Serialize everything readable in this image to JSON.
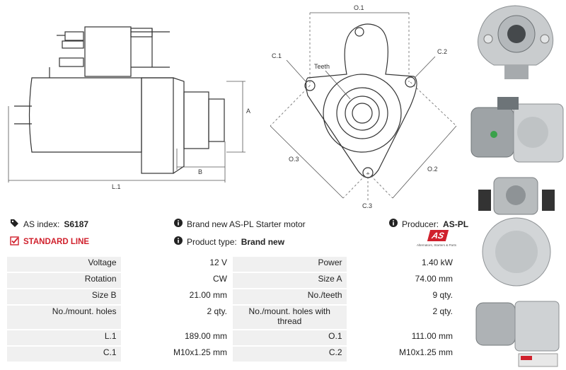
{
  "drawing_labels": {
    "L1": "L.1",
    "A": "A",
    "B": "B",
    "O1": "O.1",
    "O2": "O.2",
    "O3": "O.3",
    "C1": "C.1",
    "C2": "C.2",
    "C3": "C.3",
    "teeth": "Teeth"
  },
  "info": {
    "as_index_label": "AS index:",
    "as_index_value": "S6187",
    "standard_line": "STANDARD LINE",
    "brand_new_text": "Brand new AS-PL Starter motor",
    "product_type_label": "Product type:",
    "product_type_value": "Brand new",
    "producer_label": "Producer:",
    "producer_value": "AS-PL",
    "logo_text": "AS",
    "logo_tagline": "Alternators, Starters & Parts"
  },
  "specs": [
    {
      "l1": "Voltage",
      "v1": "12 V",
      "l2": "Power",
      "v2": "1.40 kW"
    },
    {
      "l1": "Rotation",
      "v1": "CW",
      "l2": "Size A",
      "v2": "74.00 mm"
    },
    {
      "l1": "Size B",
      "v1": "21.00 mm",
      "l2": "No./teeth",
      "v2": "9 qty."
    },
    {
      "l1": "No./mount. holes",
      "v1": "2 qty.",
      "l2": "No./mount. holes with thread",
      "v2": "2 qty."
    },
    {
      "l1": "L.1",
      "v1": "189.00 mm",
      "l2": "O.1",
      "v2": "111.00 mm"
    },
    {
      "l1": "C.1",
      "v1": "M10x1.25 mm",
      "l2": "C.2",
      "v2": "M10x1.25 mm"
    }
  ],
  "colors": {
    "accent_red": "#d0202c",
    "table_bg": "#f0f0f0"
  }
}
